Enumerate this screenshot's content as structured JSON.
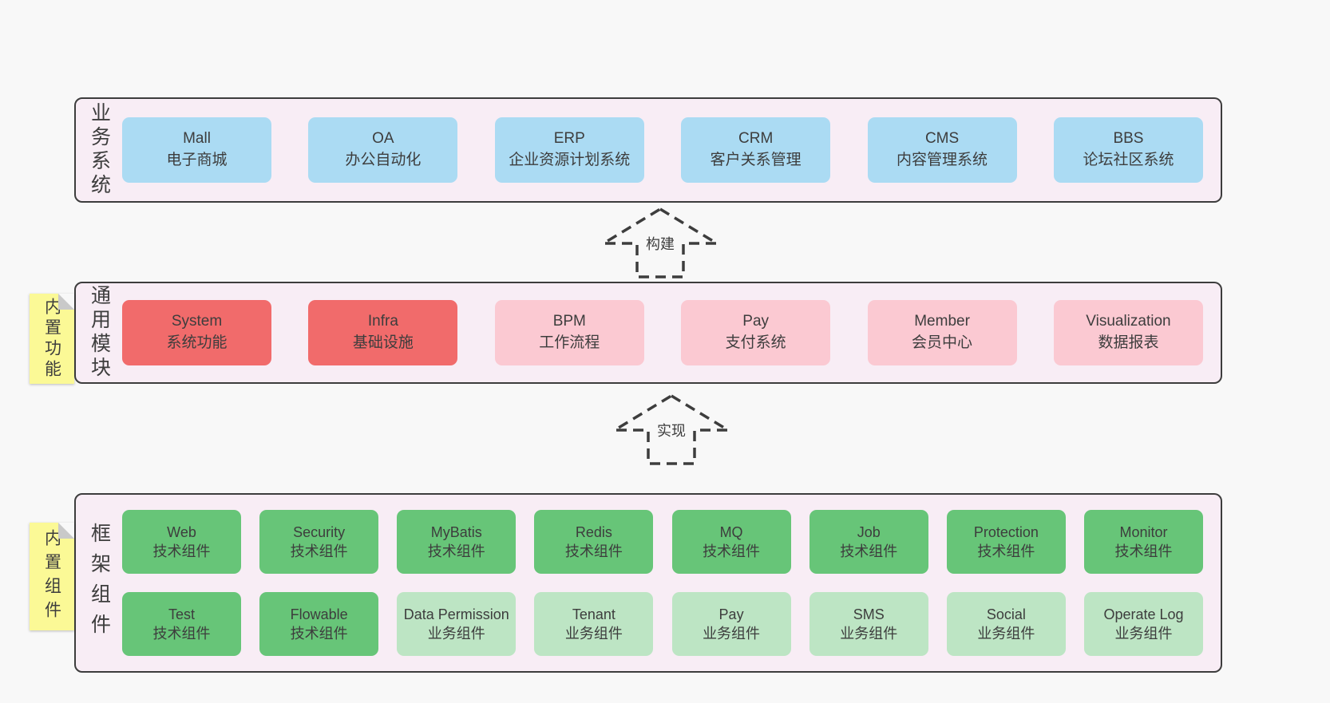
{
  "palette": {
    "blue": "#abdbf3",
    "red": "#f16b6b",
    "pink": "#fbc9d2",
    "green": "#67c578",
    "lightGreen": "#bde5c4",
    "bandBackground": "#f8edf5",
    "bandBorder": "#3d3d3d",
    "stickyYellow": "#fbf996",
    "stickyFold": "#c9c9c9",
    "pageBackground": "#f8f8f8",
    "text": "#3d3d3d"
  },
  "arrows": [
    {
      "label": "构建"
    },
    {
      "label": "实现"
    }
  ],
  "bands": [
    {
      "label": "业务系统",
      "sticky": null,
      "rows": [
        [
          {
            "title": "Mall",
            "subtitle": "电子商城",
            "variant": "blue"
          },
          {
            "title": "OA",
            "subtitle": "办公自动化",
            "variant": "blue"
          },
          {
            "title": "ERP",
            "subtitle": "企业资源计划系统",
            "variant": "blue"
          },
          {
            "title": "CRM",
            "subtitle": "客户关系管理",
            "variant": "blue"
          },
          {
            "title": "CMS",
            "subtitle": "内容管理系统",
            "variant": "blue"
          },
          {
            "title": "BBS",
            "subtitle": "论坛社区系统",
            "variant": "blue"
          }
        ]
      ]
    },
    {
      "label": "通用模块",
      "sticky": "内置功能",
      "rows": [
        [
          {
            "title": "System",
            "subtitle": "系统功能",
            "variant": "red"
          },
          {
            "title": "Infra",
            "subtitle": "基础设施",
            "variant": "red"
          },
          {
            "title": "BPM",
            "subtitle": "工作流程",
            "variant": "pink"
          },
          {
            "title": "Pay",
            "subtitle": "支付系统",
            "variant": "pink"
          },
          {
            "title": "Member",
            "subtitle": "会员中心",
            "variant": "pink"
          },
          {
            "title": "Visualization",
            "subtitle": "数据报表",
            "variant": "pink"
          }
        ]
      ]
    },
    {
      "label": "框架组件",
      "sticky": "内置组件",
      "rows": [
        [
          {
            "title": "Web",
            "subtitle": "技术组件",
            "variant": "green"
          },
          {
            "title": "Security",
            "subtitle": "技术组件",
            "variant": "green"
          },
          {
            "title": "MyBatis",
            "subtitle": "技术组件",
            "variant": "green"
          },
          {
            "title": "Redis",
            "subtitle": "技术组件",
            "variant": "green"
          },
          {
            "title": "MQ",
            "subtitle": "技术组件",
            "variant": "green"
          },
          {
            "title": "Job",
            "subtitle": "技术组件",
            "variant": "green"
          },
          {
            "title": "Protection",
            "subtitle": "技术组件",
            "variant": "green"
          },
          {
            "title": "Monitor",
            "subtitle": "技术组件",
            "variant": "green"
          }
        ],
        [
          {
            "title": "Test",
            "subtitle": "技术组件",
            "variant": "green"
          },
          {
            "title": "Flowable",
            "subtitle": "技术组件",
            "variant": "green"
          },
          {
            "title": "Data Permission",
            "subtitle": "业务组件",
            "variant": "lightGreen"
          },
          {
            "title": "Tenant",
            "subtitle": "业务组件",
            "variant": "lightGreen"
          },
          {
            "title": "Pay",
            "subtitle": "业务组件",
            "variant": "lightGreen"
          },
          {
            "title": "SMS",
            "subtitle": "业务组件",
            "variant": "lightGreen"
          },
          {
            "title": "Social",
            "subtitle": "业务组件",
            "variant": "lightGreen"
          },
          {
            "title": "Operate Log",
            "subtitle": "业务组件",
            "variant": "lightGreen"
          }
        ]
      ]
    }
  ]
}
